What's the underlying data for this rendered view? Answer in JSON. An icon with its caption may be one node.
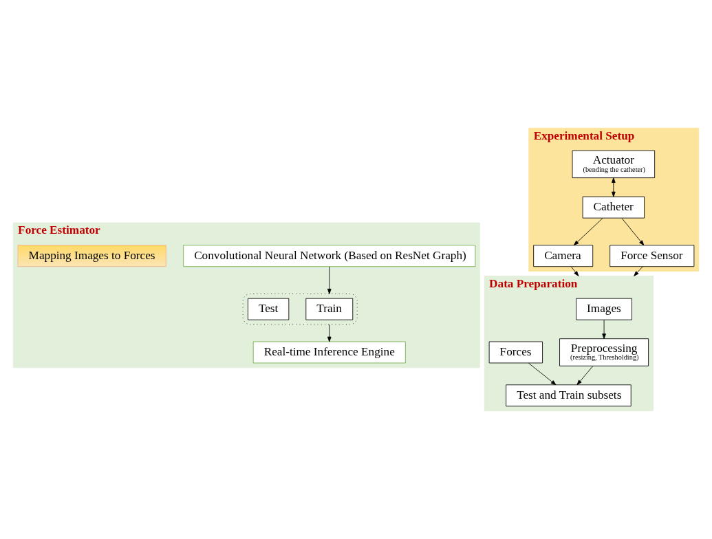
{
  "diagram": {
    "nodes": [
      {
        "text": [
          "Experimental Setup"
        ]
      },
      {
        "text": [
          "Camera"
        ],
        "in": 0
      },
      {
        "text": [
          "Actuator",
          "(bending the catheter)"
        ],
        "in": 0
      },
      {
        "text": [
          "Catheter"
        ],
        "in": 0
      },
      {
        "text": [
          "Force Sensor"
        ],
        "in": 0
      },
      {
        "text": [
          "Data Preparation"
        ]
      },
      {
        "text": [
          "Images"
        ],
        "in": 5
      },
      {
        "text": [
          "Forces"
        ],
        "in": 5
      },
      {
        "text": [
          "Preprocessing",
          "(resizing, Thresholding)"
        ],
        "in": 5
      },
      {
        "text": [
          "Test and Train subsets"
        ],
        "in": 5
      },
      {
        "text": [
          "Force Estimator"
        ]
      },
      {
        "text": [
          "Convolutional Neural Network (Based on ResNet Graph)"
        ],
        "in": 10
      },
      {
        "text": [
          "Mapping Images to Forces"
        ],
        "in": 10
      },
      {
        "text": [],
        "shape": "box",
        "in": 10
      },
      {
        "text": [
          "Train"
        ],
        "in": 13
      },
      {
        "text": [
          "Test"
        ],
        "in": 13
      },
      {
        "text": [
          "Real-time Inference Engine"
        ],
        "in": 10
      }
    ],
    "edges": [
      {
        "from": 3,
        "to": 1,
        "arrow": "to"
      },
      {
        "from": 2,
        "to": 3,
        "arrow": "both"
      },
      {
        "from": 3,
        "to": 4,
        "arrow": "to"
      },
      {
        "from": 1,
        "to": 5,
        "arrow": "to"
      },
      {
        "from": 4,
        "to": 5,
        "arrow": "to"
      },
      {
        "from": 6,
        "to": 8,
        "arrow": "to"
      },
      {
        "from": 8,
        "to": 9,
        "arrow": "to"
      },
      {
        "from": 7,
        "to": 9,
        "arrow": "to"
      },
      {
        "from": 11,
        "to": 13,
        "arrow": "to"
      },
      {
        "from": 13,
        "to": 16,
        "arrow": "to"
      }
    ]
  }
}
